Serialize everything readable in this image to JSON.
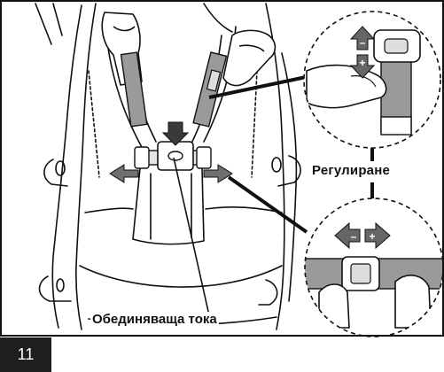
{
  "labels": {
    "adjust": "Регулиране",
    "buckle": "Обединяваща тока"
  },
  "step": {
    "number": "11"
  },
  "colors": {
    "line": "#111111",
    "arrow_gray": "#6f6f6f",
    "detail_gray": "#9a9a9a",
    "badge_bg": "#1e1e1e"
  },
  "icons": {
    "vertical_adjust": "up-down-plus-minus-arrow-icon",
    "horizontal_adjust": "left-right-minus-plus-arrow-icon"
  }
}
